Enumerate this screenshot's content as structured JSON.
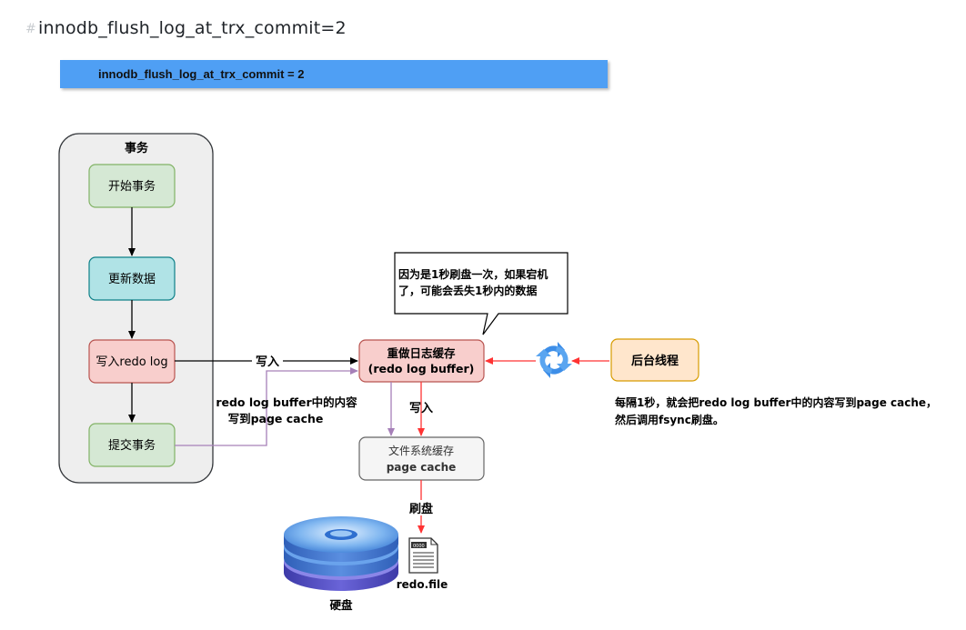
{
  "heading": {
    "anchor": "#",
    "text": "innodb_flush_log_at_trx_commit=2"
  },
  "title_bar": {
    "text": "innodb_flush_log_at_trx_commit = 2"
  },
  "diagram": {
    "transaction_group_label": "事务",
    "steps": {
      "start": "开始事务",
      "update": "更新数据",
      "write_redo": "写入redo log",
      "commit": "提交事务"
    },
    "redo_buffer": {
      "line1": "重做日志缓存",
      "line2": "(redo log buffer)"
    },
    "page_cache": {
      "line1": "文件系统缓存",
      "line2": "page cache"
    },
    "background_thread": "后台线程",
    "labels": {
      "write_in": "写入",
      "write_in_2": "写入",
      "flush": "刷盘",
      "commit_note_line1": "redo log buffer中的内容",
      "commit_note_line2": "写到page cache",
      "disk": "硬盘",
      "redo_file": "redo.file",
      "file_icon_text": "0000"
    },
    "callout": {
      "line1": "因为是1秒刷盘一次，如果宕机",
      "line2": "了，可能会丢失1秒内的数据"
    },
    "background_note": {
      "line1": "每隔1秒，就会把redo log buffer中的内容写到page cache，",
      "line2": "然后调用fsync刷盘。"
    }
  },
  "colors": {
    "title_bar": "#4f9ff4",
    "step_green_fill": "#d5e8d4",
    "step_green_stroke": "#82b366",
    "step_teal_fill": "#b0e3e6",
    "step_teal_stroke": "#0e8088",
    "step_red_fill": "#f8cecc",
    "step_red_stroke": "#b85450",
    "orange_fill": "#ffe6cc",
    "orange_stroke": "#d79b00",
    "gray_fill": "#f5f5f5",
    "group_fill": "#eeeeee",
    "red_arrow": "#ff3333",
    "purple_arrow": "#a680b8"
  }
}
